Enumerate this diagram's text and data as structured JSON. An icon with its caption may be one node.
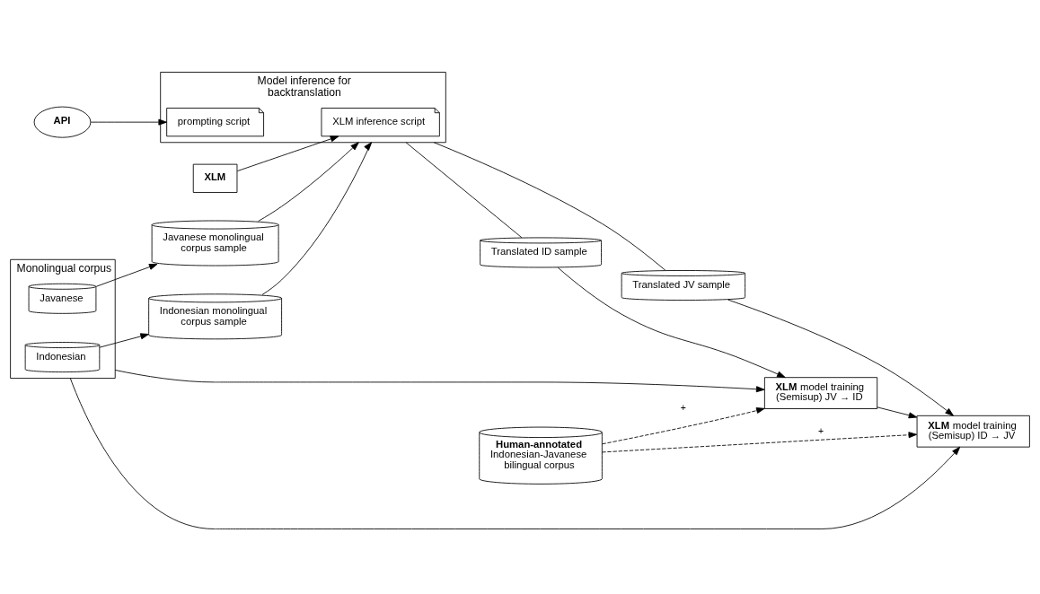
{
  "diagram": {
    "nodes": [
      {
        "text": [
          "Monolingual corpus"
        ]
      },
      {
        "text": [
          "Indonesian"
        ],
        "in": 0
      },
      {
        "text": [
          "Javanese"
        ],
        "in": 0
      },
      {
        "text": [
          "Indonesian monolingual corpus sample"
        ]
      },
      {
        "text": [
          "Javanese monolingual corpus sample"
        ]
      },
      {
        "text": [
          "**XLM**"
        ]
      },
      {
        "text": [
          "**API**"
        ]
      },
      {
        "text": [
          "Model inference for backtranslation"
        ]
      },
      {
        "text": [
          "XLM inference script"
        ],
        "in": 7
      },
      {
        "text": [
          "prompting script"
        ],
        "in": 7
      },
      {
        "text": [
          "Translated ID sample"
        ]
      },
      {
        "text": [
          "Translated JV sample"
        ]
      },
      {
        "text": [
          "**Human-annotated** Indonesian-Javanese bilingual corpus"
        ]
      },
      {
        "text": [
          "**XLM** model training (Semisup) JV → ID"
        ]
      },
      {
        "text": [
          "**XLM** model training (Semisup) ID → JV"
        ]
      }
    ],
    "edges": [
      {
        "from": 1,
        "to": 3,
        "arrow": "to"
      },
      {
        "from": 2,
        "to": 4,
        "arrow": "to"
      },
      {
        "from": 3,
        "to": 7,
        "arrow": "to"
      },
      {
        "from": 4,
        "to": 7,
        "arrow": "to"
      },
      {
        "from": 5,
        "to": 8,
        "arrow": "to"
      },
      {
        "from": 6,
        "to": 9,
        "arrow": "to"
      },
      {
        "from": 7,
        "to": 10,
        "arrow": "none"
      },
      {
        "from": 7,
        "to": 11,
        "arrow": "none"
      },
      {
        "from": 10,
        "to": 13,
        "arrow": "to"
      },
      {
        "from": 11,
        "to": 14,
        "arrow": "to"
      },
      {
        "from": 12,
        "to": 13,
        "arrow": "to",
        "style": "dashed",
        "label": "+"
      },
      {
        "from": 12,
        "to": 14,
        "arrow": "to",
        "style": "dashed",
        "label": "+"
      },
      {
        "from": 0,
        "to": 13,
        "arrow": "to"
      },
      {
        "from": 0,
        "to": 14,
        "arrow": "to"
      },
      {
        "from": 13,
        "to": 14,
        "arrow": "to"
      }
    ]
  }
}
